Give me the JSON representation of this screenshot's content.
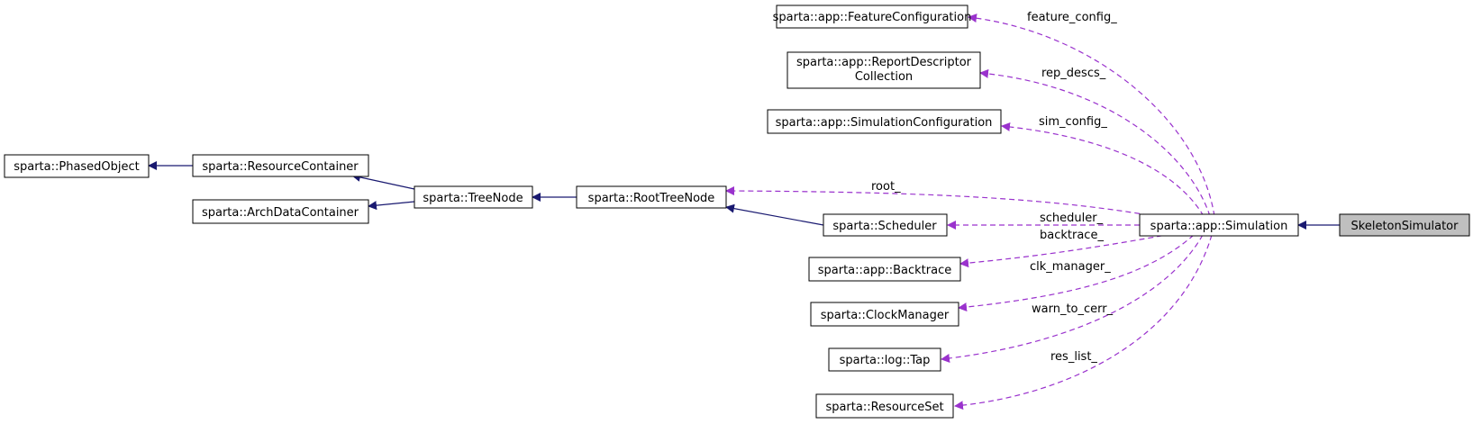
{
  "nodes": {
    "skeleton_simulator": "SkeletonSimulator",
    "simulation": "sparta::app::Simulation",
    "feature_configuration": "sparta::app::FeatureConfiguration",
    "report_descriptor_collection": [
      "sparta::app::ReportDescriptor",
      "Collection"
    ],
    "simulation_configuration": "sparta::app::SimulationConfiguration",
    "root_tree_node": "sparta::RootTreeNode",
    "tree_node": "sparta::TreeNode",
    "resource_container": "sparta::ResourceContainer",
    "arch_data_container": "sparta::ArchDataContainer",
    "phased_object": "sparta::PhasedObject",
    "scheduler": "sparta::Scheduler",
    "backtrace": "sparta::app::Backtrace",
    "clock_manager": "sparta::ClockManager",
    "log_tap": "sparta::log::Tap",
    "resource_set": "sparta::ResourceSet"
  },
  "edge_labels": {
    "feature_config": "feature_config_",
    "rep_descs": "rep_descs_",
    "sim_config": "sim_config_",
    "root": "root_",
    "scheduler": "scheduler_",
    "backtrace": "backtrace_",
    "clk_manager": "clk_manager_",
    "warn_to_cerr": "warn_to_cerr_",
    "res_list": "res_list_"
  },
  "colors": {
    "inheritance_edge": "#191970",
    "member_edge": "#9a32cd",
    "focus_node_fill": "#bfbfbf"
  }
}
